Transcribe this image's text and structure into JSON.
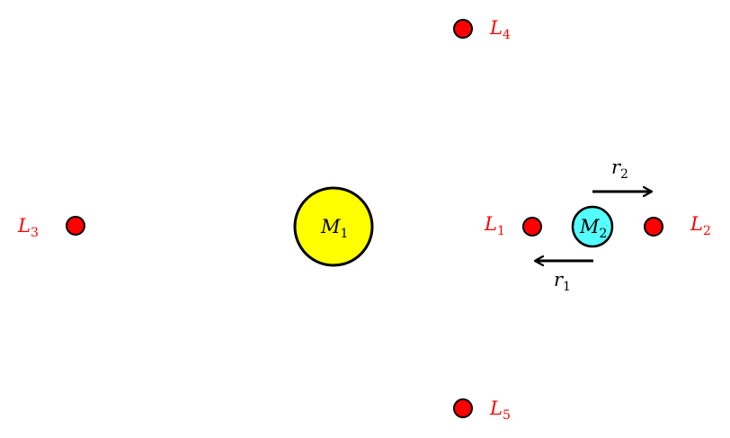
{
  "colors": {
    "background": "#ffffff",
    "primary_mass_fill": "#ffff00",
    "secondary_mass_fill": "#55ffff",
    "lagrange_point_fill": "#ff0000",
    "lagrange_label": "#ff0000",
    "outline": "#000000",
    "arrow": "#000000",
    "text": "#000000"
  },
  "masses": {
    "m1": {
      "base": "M",
      "sub": "1"
    },
    "m2": {
      "base": "M",
      "sub": "2"
    }
  },
  "lagrange_points": {
    "l1": {
      "base": "L",
      "sub": "1"
    },
    "l2": {
      "base": "L",
      "sub": "2"
    },
    "l3": {
      "base": "L",
      "sub": "3"
    },
    "l4": {
      "base": "L",
      "sub": "4"
    },
    "l5": {
      "base": "L",
      "sub": "5"
    }
  },
  "distances": {
    "r1": {
      "base": "r",
      "sub": "1"
    },
    "r2": {
      "base": "r",
      "sub": "2"
    }
  }
}
